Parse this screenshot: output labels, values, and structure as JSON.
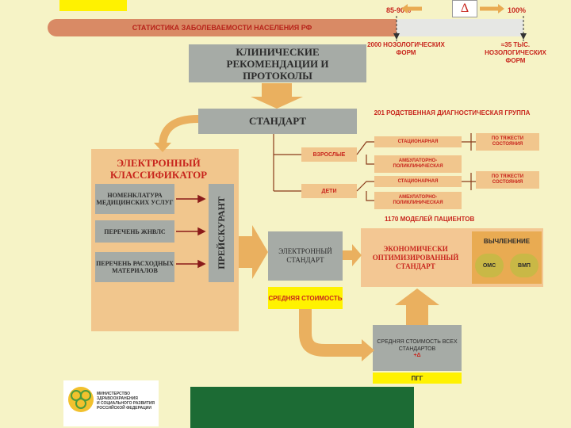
{
  "header": {
    "banner_text": "СТАТИСТИКА ЗАБОЛЕВАЕМОСТИ НАСЕЛЕНИЯ РФ",
    "percent_left": "85-90%",
    "delta": "Δ",
    "percent_right": "100%",
    "forms_left": "2000 НОЗОЛОГИЧЕСКИХ ФОРМ",
    "forms_right": "≈35 ТЫС. НОЗОЛОГИЧЕСКИХ ФОРМ"
  },
  "clinical": "КЛИНИЧЕСКИЕ РЕКОМЕНДАЦИИ И ПРОТОКОЛЫ",
  "standard": "СТАНДАРТ",
  "diag_group": "201 РОДСТВЕННАЯ ДИАГНОСТИЧЕСКАЯ ГРУППА",
  "adults": "ВЗРОСЛЫЕ",
  "children": "ДЕТИ",
  "care": {
    "adult_inpatient": "СТАЦИОНАРНАЯ",
    "adult_outpatient": "АМБУЛАТОРНО-ПОЛИКЛИНИЧЕСКАЯ",
    "child_inpatient": "СТАЦИОНАРНАЯ",
    "child_outpatient": "АМБУЛАТОРНО-ПОЛИКЛИНИЧЕСКАЯ",
    "severity_top": "ПО ТЯЖЕСТИ СОСТОЯНИЯ",
    "severity_bottom": "ПО ТЯЖЕСТИ СОСТОЯНИЯ"
  },
  "models": "1170 МОДЕЛЕЙ ПАЦИЕНТОВ",
  "classifier": {
    "title": "ЭЛЕКТРОННЫЙ КЛАССИФИКАТОР",
    "items": [
      "НОМЕНКЛАТУРА МЕДИЦИНСКИХ УСЛУГ",
      "ПЕРЕЧЕНЬ ЖНВЛС",
      "ПЕРЕЧЕНЬ РАСХОДНЫХ МАТЕРИАЛОВ"
    ],
    "price_list": "ПРЕЙСКУРАНТ"
  },
  "electronic_standard": "ЭЛЕКТРОННЫЙ СТАНДАРТ",
  "economic_standard": "ЭКОНОМИЧЕСКИ ОПТИМИЗИРОВАННЫЙ СТАНДАРТ",
  "allocation": {
    "title": "ВЫЧЛЕНЕНИЕ",
    "oms": "ОМС",
    "vmp": "ВМП"
  },
  "average_cost": "СРЕДНЯЯ СТОИМОСТЬ",
  "average_all": "СРЕДНЯЯ СТОИМОСТЬ ВСЕХ СТАНДАРТОВ",
  "delta_plus": "+Δ",
  "pgg": "ПГГ",
  "ministry": {
    "line1": "МИНИСТЕРСТВО",
    "line2": "ЗДРАВООХРАНЕНИЯ",
    "line3": "И СОЦИАЛЬНОГО РАЗВИТИЯ",
    "line4": "РОССИЙСКОЙ ФЕДЕРАЦИИ"
  },
  "colors": {
    "background": "#f6f3c6",
    "gray_box": "#a6aba6",
    "orange": "#eab05f",
    "light_orange": "#f1c68d",
    "red_text": "#c8261d",
    "green": "#1c6b34",
    "banner": "#d98a65"
  }
}
